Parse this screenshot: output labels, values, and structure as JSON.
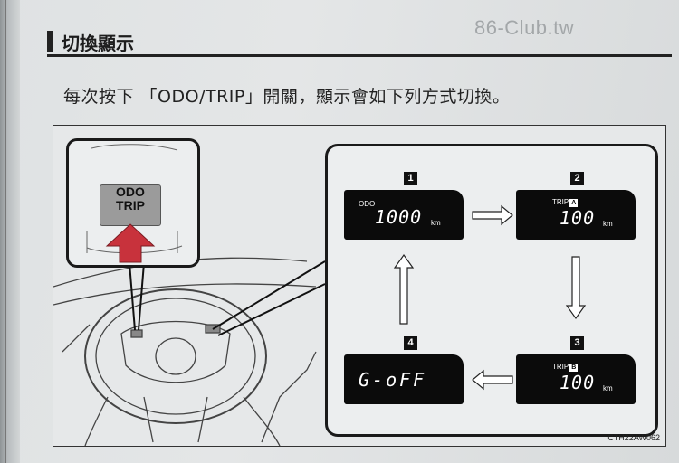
{
  "watermark": "86-Club.tw",
  "section_title": "切換顯示",
  "intro": "每次按下 「ODO/TRIP」開關，顯示會如下列方式切換。",
  "figure_code": "CTH22AW062",
  "button": {
    "line1": "ODO",
    "line2": "TRIP"
  },
  "displays": [
    {
      "num": "1",
      "label": "ODO",
      "value": "1000",
      "unit": "km"
    },
    {
      "num": "2",
      "label": "TRIP",
      "badge": "A",
      "value": "100",
      "unit": "km"
    },
    {
      "num": "3",
      "label": "TRIP",
      "badge": "B",
      "value": "100",
      "unit": "km"
    },
    {
      "num": "4",
      "value": "G-oFF"
    }
  ],
  "colors": {
    "arrow_red": "#c8323c",
    "screen": "#0b0b0b"
  }
}
